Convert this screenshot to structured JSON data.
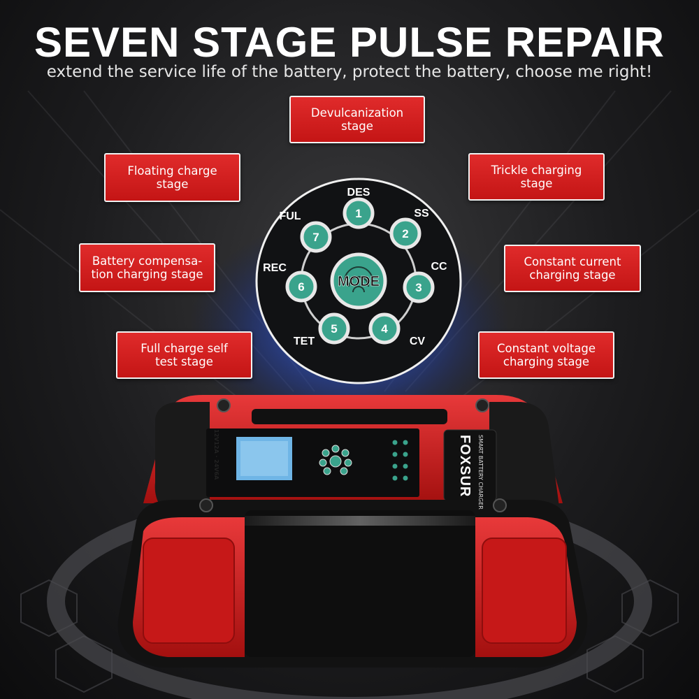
{
  "header": {
    "title": "SEVEN STAGE PULSE REPAIR",
    "subtitle": "extend the service life of the battery, protect the battery, choose me right!"
  },
  "stage_labels": [
    {
      "id": "devulcanization",
      "text": "Devulcanization\nstage"
    },
    {
      "id": "floating",
      "text": "Floating charge\nstage"
    },
    {
      "id": "trickle",
      "text": "Trickle charging\nstage"
    },
    {
      "id": "compensation",
      "text": "Battery compensa-\ntion charging stage"
    },
    {
      "id": "constant-current",
      "text": "Constant current\ncharging stage"
    },
    {
      "id": "full-charge",
      "text": "Full charge self\ntest stage"
    },
    {
      "id": "constant-voltage",
      "text": "Constant voltage\ncharging stage"
    }
  ],
  "dial": {
    "center_label": "MODE",
    "stages": [
      {
        "num": "1",
        "code": "DES"
      },
      {
        "num": "2",
        "code": "SS"
      },
      {
        "num": "3",
        "code": "CC"
      },
      {
        "num": "4",
        "code": "CV"
      },
      {
        "num": "5",
        "code": "TET"
      },
      {
        "num": "6",
        "code": "REC"
      },
      {
        "num": "7",
        "code": "FUL"
      }
    ]
  },
  "device": {
    "brand": "FOXSUR",
    "subtitle": "SMART BATTERY CHARGER",
    "rating": "12V12A · 24V6A",
    "body_color": "#d61f1f",
    "accent_color": "#3aa38c"
  }
}
